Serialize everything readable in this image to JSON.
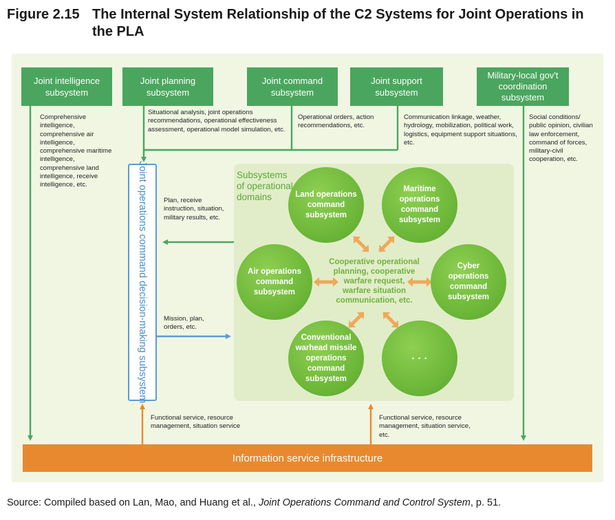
{
  "figure": {
    "number": "Figure 2.15",
    "title": "The Internal System Relationship of the C2 Systems for Joint Operations in the PLA"
  },
  "top_boxes": [
    {
      "label": "Joint intelligence subsystem"
    },
    {
      "label": "Joint planning subsystem"
    },
    {
      "label": "Joint command subsystem"
    },
    {
      "label": "Joint support subsystem"
    },
    {
      "label": "Military-local gov't coordination subsystem"
    }
  ],
  "notes": {
    "intelligence": "Comprehensive intelligence, comprehensive air intelligence, comprehensive maritime intelligence, comprehensive land intelligence, receive intelligence, etc.",
    "planning": "Situational analysis, joint operations recommendations, operational effectiveness assessment, operational model simulation, etc.",
    "command": "Operational orders, action recommendations, etc.",
    "support": "Communication linkage, weather, hydrology, mobilization, political work, logistics, equipment support situations, etc.",
    "coordination": "Social conditions/ public opinion, civilian law enforcement, command of forces, military-civil cooperation, etc.",
    "plan_receive": "Plan, receive instruction, situation, military results, etc.",
    "mission": "Mission, plan, orders, etc.",
    "service_left": "Functional service, resource management, situation service",
    "service_right": "Functional service, resource management, situation service, etc."
  },
  "decision_box": {
    "label": "Joint operations command decision-making subsystem"
  },
  "domains": {
    "title": "Subsystems of operational domains",
    "land": "Land operations command subsystem",
    "maritime": "Maritime operations command subsystem",
    "air": "Air operations command subsystem",
    "cyber": "Cyber operations command subsystem",
    "missile": "Conventional warhead missile operations command subsystem",
    "more": "· · ·",
    "center": "Cooperative operational planning, cooperative warfare request, warfare situation communication, etc."
  },
  "infrastructure": {
    "label": "Information service infrastructure"
  },
  "source": {
    "prefix": "Source: Compiled based on Lan, Mao, and Huang et al., ",
    "book": "Joint Operations Command and Control System",
    "suffix": ", p. 51."
  },
  "colors": {
    "green_box": "#4aa65e",
    "panel": "#f1f6e3",
    "domain_bg": "#e1edc9",
    "blue": "#5b9bd5",
    "orange": "#e8892f",
    "light_orange": "#f0a85a"
  }
}
